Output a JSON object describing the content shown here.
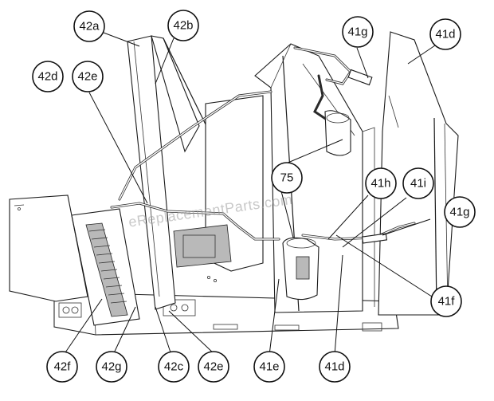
{
  "watermark": "eReplacementParts.com",
  "callouts": [
    {
      "id": "c1",
      "label": "42a"
    },
    {
      "id": "c2",
      "label": "42b"
    },
    {
      "id": "c3",
      "label": "42d"
    },
    {
      "id": "c4",
      "label": "42e"
    },
    {
      "id": "c5",
      "label": "41g"
    },
    {
      "id": "c6",
      "label": "41d"
    },
    {
      "id": "c7",
      "label": "75"
    },
    {
      "id": "c8",
      "label": "41h"
    },
    {
      "id": "c9",
      "label": "41i"
    },
    {
      "id": "c10",
      "label": "41g"
    },
    {
      "id": "c11",
      "label": "41f"
    },
    {
      "id": "c12",
      "label": "42f"
    },
    {
      "id": "c13",
      "label": "42g"
    },
    {
      "id": "c14",
      "label": "42c"
    },
    {
      "id": "c15",
      "label": "42e"
    },
    {
      "id": "c16",
      "label": "41e"
    },
    {
      "id": "c17",
      "label": "41d"
    }
  ]
}
